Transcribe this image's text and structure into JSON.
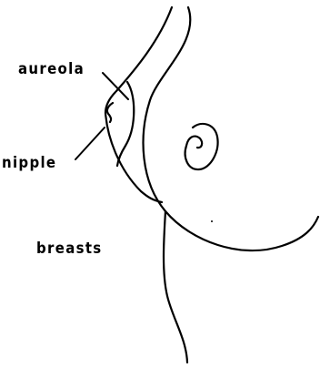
{
  "labels": {
    "aureola": "aureola",
    "nipple": "nipple",
    "breasts": "breasts"
  },
  "colors": {
    "ink": "#000000",
    "background": "#ffffff"
  }
}
